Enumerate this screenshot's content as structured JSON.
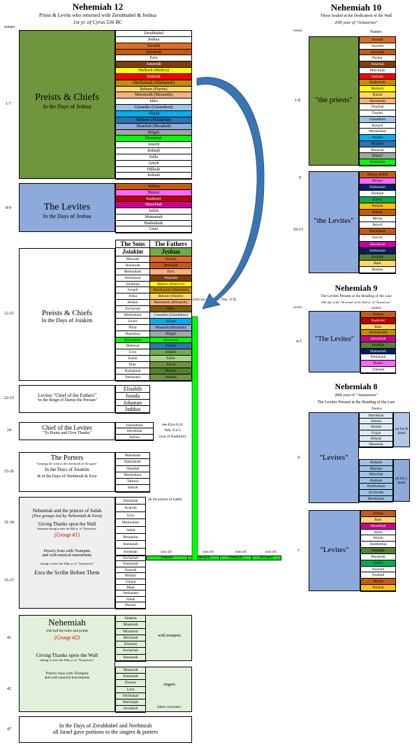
{
  "colors": {
    "green": "#70953c",
    "blue": "#8ea9db",
    "leaf": "#e2efda",
    "gray": "#efefef",
    "bright": "#00ff00",
    "arrow": "#3b74b5"
  },
  "n12": {
    "title": "Nehemiah 12",
    "sub1": "Priest & Levits who returned with Zerubbabel & Jeshua",
    "sub2": "1st yr. of Cyrus 536 BC",
    "verses_label": "verses",
    "s1": {
      "verse": "1-7",
      "title": "Preists & Chiefs",
      "sub": "In the Days of Jeshua",
      "names": [
        {
          "n": "Zerubbabel",
          "c": "#ffffff"
        },
        {
          "n": "Jeshua",
          "c": "#ffffff"
        },
        {
          "n": "Seraiah",
          "c": "#e36c1f"
        },
        {
          "n": "Jeremiah",
          "c": "#c55a11"
        },
        {
          "n": "Ezra",
          "c": "#ffffff"
        },
        {
          "n": "Amariah",
          "c": "#843c0c"
        },
        {
          "n": "Malluch (Melicu)",
          "c": "#ffff00"
        },
        {
          "n": "Hattush",
          "c": "#ff0000"
        },
        {
          "n": "Shechaniah (Shebaniah)",
          "c": "#bf8f00"
        },
        {
          "n": "Rehum (Harim)",
          "c": "#ffd966"
        },
        {
          "n": "Meremoth (Meraioth)",
          "c": "#f4b183"
        },
        {
          "n": "Iddo",
          "c": "#ffffff"
        },
        {
          "n": "Ginnetho (Ginnethon)",
          "c": "#9dc3e6"
        },
        {
          "n": "Abijah",
          "c": "#00b0f0"
        },
        {
          "n": "Miamin (Miniamin)",
          "c": "#2e75b6"
        },
        {
          "n": "Maadiah (Moadiah)",
          "c": "#8ea9db"
        },
        {
          "n": "Bilgah",
          "c": "#a5a5a5"
        },
        {
          "n": "Shemaiah",
          "c": "#00ff00"
        },
        {
          "n": "Joiarib",
          "c": "#ffffff"
        },
        {
          "n": "Jedaiah",
          "c": "#ffffff"
        },
        {
          "n": "Sallu",
          "c": "#ffffff"
        },
        {
          "n": "Amok",
          "c": "#ffffff"
        },
        {
          "n": "Hilkiah",
          "c": "#ffffff"
        },
        {
          "n": "Jedaiah",
          "c": "#ffffff"
        }
      ]
    },
    "s2": {
      "verse": "8-9",
      "title": "The Levites",
      "sub": "In the Days of Jeshua",
      "names": [
        {
          "n": "Jeshua",
          "c": "#c55a11"
        },
        {
          "n": "Binnui",
          "c": "#ff66ff"
        },
        {
          "n": "Kadmiel",
          "c": "#c00000"
        },
        {
          "n": "Sherebiah",
          "c": "#cc0099"
        },
        {
          "n": "Judah",
          "c": "#ffffff"
        },
        {
          "n": "Mattaniah",
          "c": "#ffffff"
        },
        {
          "n": "Bakbukiah",
          "c": "#ffffff"
        },
        {
          "n": "Unni",
          "c": "#ffffff"
        }
      ]
    },
    "s3": {
      "verse": "12-21",
      "title": "Preists & Chiefs",
      "sub": "In the Days of Joiakim",
      "h_sons": "The Sons",
      "h_fathers": "The Fathers",
      "h_joiakim": "Joiakim",
      "h_jeshua": "Jeshua",
      "rows": [
        {
          "s": "Meraiah",
          "f": "Seraiah",
          "fc": "#e36c1f"
        },
        {
          "s": "Hananiah",
          "f": "Jeremiah",
          "fc": "#c55a11"
        },
        {
          "s": "Meshullam",
          "f": "Ezra",
          "fc": "#f4b183"
        },
        {
          "s": "Jehohanan",
          "f": "Amariah",
          "fc": "#843c0c"
        },
        {
          "s": "Jonathan",
          "f": "Melicu (Malluch)",
          "fc": "#ffff00"
        },
        {
          "s": "Joseph",
          "f": "Shechaniah (Shebniah)",
          "fc": "#bf8f00"
        },
        {
          "s": "Adna",
          "f": "Rehum (Harim)",
          "fc": "#ffd966"
        },
        {
          "s": "Helkai",
          "f": "Meremoth (Meraioth)",
          "fc": "#f4b183"
        },
        {
          "s": "Zechariah",
          "f": "Iddo",
          "fc": "#806000"
        },
        {
          "s": "Meshullam",
          "f": "Ginnetho (Ginnethon)",
          "fc": "#ddebf7"
        },
        {
          "s": "Zichri",
          "f": "Abijah",
          "fc": "#00b0f0"
        },
        {
          "s": "Piltai",
          "f": "Maadiah (Moadiah)",
          "fc": "#8ea9db"
        },
        {
          "s": "Shammua",
          "f": "Bilgah",
          "fc": "#a5a5a5"
        },
        {
          "s": "Jehonathan",
          "f": "Shemaiah",
          "fc": "#00ff00",
          "sc": "#00ff00"
        },
        {
          "s": "Mattenai",
          "f": "Joiarib",
          "fc": "#2e75b6"
        },
        {
          "s": "Uzzi",
          "f": "Jedaiah",
          "fc": "#70ad47"
        },
        {
          "s": "Kallai",
          "f": "Sallai",
          "fc": "#a9d18e"
        },
        {
          "s": "Eber",
          "f": "Amok",
          "fc": "#70953c"
        },
        {
          "s": "Hashabiah",
          "f": "Hilkiah",
          "fc": "#548235"
        },
        {
          "s": "Nethaneel",
          "f": "Jedaiah",
          "fc": "#70953c"
        }
      ],
      "note": "(Joel son of Zichri - Neh. 11:9)"
    },
    "s4": {
      "verse": "22-23",
      "title": "Levites \"Chief of the Fathers\"",
      "sub": "\"to the Reign of Darius the Persian\"",
      "names": [
        "Eliashib",
        "Joiada",
        "Johanan",
        "Jaddua"
      ]
    },
    "s5": {
      "verse": "24",
      "title": "Chief of the Levites",
      "sub": "\"To Praise and Give Thanks\"",
      "names": [
        "Hashabiah",
        "Sherebiah",
        "Jeshua"
      ],
      "note1": "see Ezra 8:24",
      "note2": "Neh. 9:4-5",
      "note3": "(son of Kadmiel)"
    },
    "s6": {
      "verse": "25-26",
      "title": "The Porters",
      "sub1": "\"keeping the ward at the thresholds of the gates\"",
      "sub2": "In the Days of Joiakim",
      "sub3": "& in the Days of Neehmiah & Ezra",
      "names": [
        "Mattaniah",
        "Bakbukiah",
        "Obadiah",
        "Meshullam",
        "Talmon",
        "Akkub"
      ]
    },
    "s7": {
      "verse1": "31-34",
      "verse2": "35-37",
      "t1": "Nehemiah and the princes of Judah",
      "t2": "(Two groups led by Nehemiah & Ezra)",
      "t3": "Giving Thanks upon the Wall",
      "t4": "Sometime during or after the 20th yr. of \"Artaxerxes\"",
      "t5": "(Group #1)",
      "t6": "Priest's Sons with Trumpets",
      "t7": "and with musical instruments",
      "t8": "during or after the 20th yr. of \"Artaxerxes\"",
      "t9": "Ezra the Scribe Before Them",
      "names1": [
        "Hoshaiah",
        "Azariah",
        "Ezra",
        "Meshullam",
        "Judah",
        "Benjamin",
        "Shemaiah",
        "Jeremiah"
      ],
      "names2": [
        "Zechariah",
        "Shemaiah",
        "Azarael",
        "Milalai",
        "Gilalai",
        "Maai",
        "Nethaneel",
        "Judah",
        "Hanani"
      ],
      "princes": "(& the princes of Judah)",
      "sonof": "(son of)",
      "line": [
        "Jonathan",
        "Shemaiah",
        "Mattaniah",
        "Michaiah"
      ]
    },
    "s8": {
      "verse1": "41",
      "verse2": "42",
      "t1": "Nehemiah",
      "t2": "with half the rulers and priests",
      "t3": "(Group #2)",
      "t4": "Giving Thanks upon the Wall",
      "t5": "during or after the 20th yr. of \"Artaxerxes\"",
      "t6": "Priest's Sons with Trumpets",
      "t7": "and with musical instruments",
      "names1": [
        "Eliakim",
        "Maaseiah",
        "Miniamin",
        "Michaiah",
        "Elioenai",
        "Zechariah",
        "Hananiah"
      ],
      "trumpets": "with trumpets",
      "names2": [
        "Maaseiah",
        "Shemaiah",
        "Eleazar",
        "Uzzi",
        "Jehohanan",
        "Malchijah",
        "Jezrahiah"
      ],
      "singers": "singers",
      "overseer": "(their overseer)"
    },
    "s9": {
      "verse": "47",
      "t1": "In the Days of Zerubbabel and Neehmiah",
      "t2": "all Israel gave portions to the singers & porters"
    }
  },
  "n10": {
    "title": "Nehemiah 10",
    "sub1": "Those Sealed at the Dedication of the Wall",
    "sub2": "20th year of \"Artaxerxes\"",
    "verses_label": "verses",
    "names_label": "Names",
    "p": {
      "verse": "1-8",
      "title": "\"the priests\"",
      "names": [
        {
          "n": "Seraiah",
          "c": "#e36c1f"
        },
        {
          "n": "Azariah",
          "c": "#ffffff"
        },
        {
          "n": "Jeremiah",
          "c": "#c55a11"
        },
        {
          "n": "Pashur",
          "c": "#ffffff"
        },
        {
          "n": "Amariah",
          "c": "#843c0c"
        },
        {
          "n": "Malchijah",
          "c": "#ffffff"
        },
        {
          "n": "Hattush",
          "c": "#ff0000"
        },
        {
          "n": "Shebaniah",
          "c": "#bf8f00"
        },
        {
          "n": "Malluch",
          "c": "#ffff00"
        },
        {
          "n": "Harim",
          "c": "#ffd966"
        },
        {
          "n": "Meremoth",
          "c": "#f4b183"
        },
        {
          "n": "Obadiah",
          "c": "#ffffff"
        },
        {
          "n": "Daniel",
          "c": "#ffffff"
        },
        {
          "n": "Ginnethon",
          "c": "#9dc3e6"
        },
        {
          "n": "Baruch",
          "c": "#ffffff"
        },
        {
          "n": "Meshullam",
          "c": "#ffffff"
        },
        {
          "n": "Abijah",
          "c": "#00b0f0"
        },
        {
          "n": "Mijamin",
          "c": "#2e75b6"
        },
        {
          "n": "Maaziah",
          "c": "#ffffff"
        },
        {
          "n": "Bilgai?",
          "c": "#a5a5a5"
        },
        {
          "n": "Shemaiah",
          "c": "#00ff00"
        }
      ]
    },
    "l": {
      "verse1": "9",
      "verse2": "10-13",
      "title": "\"the Levites\"",
      "names": [
        {
          "n": "Jeshua (both)",
          "c": "#c55a11"
        },
        {
          "n": "Binnui",
          "c": "#ff66ff"
        },
        {
          "n": "Shebaniah",
          "c": "#002060"
        },
        {
          "n": "Dodijah",
          "c": "#ffffff"
        },
        {
          "n": "Kelita",
          "c": "#00b050"
        },
        {
          "n": "Pelaiah",
          "c": "#ffc000"
        },
        {
          "n": "Hanan",
          "c": "#c55a11"
        },
        {
          "n": "Micha",
          "c": "#ffffff"
        },
        {
          "n": "Rehob",
          "c": "#ffffff"
        },
        {
          "n": "Hashabiah",
          "c": "#c55a11"
        },
        {
          "n": "Zaccur",
          "c": "#ffffff"
        },
        {
          "n": "Sherebiah",
          "c": "#cc0099"
        },
        {
          "n": "Shebaniah",
          "c": "#002060"
        },
        {
          "n": "Hodijah",
          "c": "#548235"
        },
        {
          "n": "Bani",
          "c": "#ffd966"
        },
        {
          "n": "Beninu",
          "c": "#ffffff"
        }
      ]
    }
  },
  "n9": {
    "title": "Nehemiah 9",
    "sub1": "The Levites Present at the Reading of the Law",
    "sub2": "24th day of the 7th month of the 20th yr. of \"Artaxerxes\"",
    "verses_label": "verses",
    "names_label": "names",
    "verse": "4-5",
    "title2": "\"The Levites\"",
    "names": [
      {
        "n": "Jeshua",
        "c": "#c55a11"
      },
      {
        "n": "Kadmiel",
        "c": "#c00000"
      },
      {
        "n": "Bani",
        "c": "#ffd966"
      },
      {
        "n": "Hashabniah",
        "c": "#bf8f00"
      },
      {
        "n": "Sherebiah",
        "c": "#cc0099"
      },
      {
        "n": "Hodijah",
        "c": "#548235"
      },
      {
        "n": "Shebaniah",
        "c": "#002060"
      },
      {
        "n": "Pethahiah",
        "c": "#ffffff"
      },
      {
        "n": "Bunni",
        "c": "#ff66ff"
      },
      {
        "n": "Chenani",
        "c": "#ffffff"
      }
    ]
  },
  "n8": {
    "title": "Nehemiah 8",
    "sub1": "20th year of \"Artaxerxes\"",
    "sub2": "The Levites Present at the Reading of the Law",
    "names_label": "Names",
    "a": {
      "verse": "4",
      "title": "\"Levites\"",
      "names1": [
        "Mattithiah",
        "Shema",
        "Anaiah",
        "Urijah",
        "Hilkiah",
        "Maaseiah"
      ],
      "rhand": "on his R hand",
      "names2": [
        "Pedaiah",
        "Mishael",
        "Malchiah",
        "Hashum",
        "Hashbadana",
        "Zechariah",
        "Meshullam"
      ],
      "lhand": "on his L hand"
    },
    "b": {
      "verse": "7",
      "title": "\"Levites\"",
      "names": [
        {
          "n": "Jeshua",
          "c": "#c55a11"
        },
        {
          "n": "Bani",
          "c": "#ffd966"
        },
        {
          "n": "Sherebiah",
          "c": "#cc0099"
        },
        {
          "n": "Jamin",
          "c": "#ffffff"
        },
        {
          "n": "Akkub",
          "c": "#ffffff"
        },
        {
          "n": "Shabbethai",
          "c": "#ffffff"
        },
        {
          "n": "Hodijah",
          "c": "#548235"
        },
        {
          "n": "Maaseiah",
          "c": "#ffffff"
        },
        {
          "n": "Kelita",
          "c": "#00b050"
        },
        {
          "n": "Azariah",
          "c": "#ffffff"
        },
        {
          "n": "Jozabad",
          "c": "#ffffff"
        },
        {
          "n": "Hanan",
          "c": "#c55a11"
        },
        {
          "n": "Pelaiah",
          "c": "#ffc000"
        }
      ]
    }
  }
}
